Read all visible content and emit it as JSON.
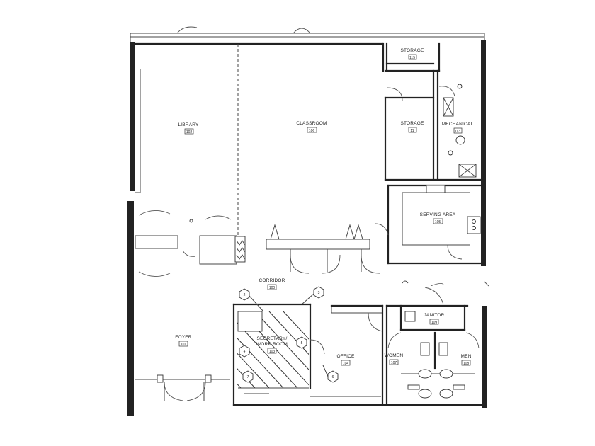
{
  "rooms": {
    "library": {
      "name": "LIBRARY",
      "number": "102"
    },
    "classroom": {
      "name": "CLASSROOM",
      "number": "106"
    },
    "storage_top": {
      "name": "STORAGE",
      "number": "115"
    },
    "storage": {
      "name": "STORAGE",
      "number": "11"
    },
    "mechanical": {
      "name": "MECHANICAL",
      "number": "113"
    },
    "serving": {
      "name": "SERVING AREA",
      "number": "105"
    },
    "corridor": {
      "name": "CORRIDOR",
      "number": "100"
    },
    "foyer": {
      "name": "FOYER",
      "number": "101"
    },
    "secretary": {
      "name_line1": "SECRETARY/",
      "name_line2": "WORK ROOM",
      "number": "103"
    },
    "office": {
      "name": "OFFICE",
      "number": "104"
    },
    "janitor": {
      "name": "JANITOR",
      "number": "109"
    },
    "women": {
      "name": "WOMEN",
      "number": "107"
    },
    "men": {
      "name": "MEN",
      "number": "108"
    }
  },
  "markers": [
    "2",
    "3",
    "4",
    "5",
    "6",
    "7"
  ]
}
